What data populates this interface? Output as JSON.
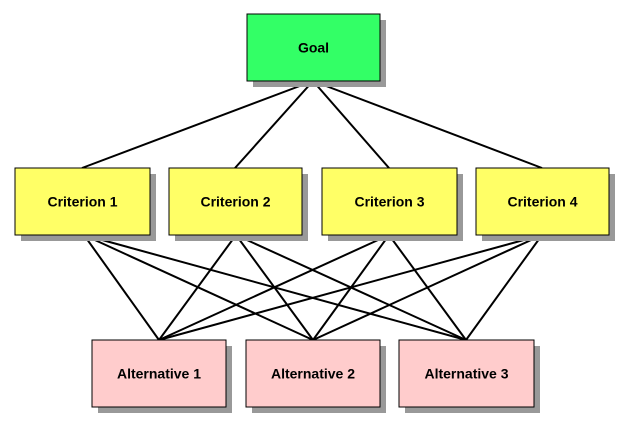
{
  "colors": {
    "goal_fill": "#33ff66",
    "criterion_fill": "#ffff66",
    "alternative_fill": "#ffcccc",
    "border": "#000000",
    "shadow": "#999999",
    "edge": "#000000"
  },
  "goal": {
    "label": "Goal"
  },
  "criteria": [
    {
      "label": "Criterion 1"
    },
    {
      "label": "Criterion 2"
    },
    {
      "label": "Criterion 3"
    },
    {
      "label": "Criterion 4"
    }
  ],
  "alternatives": [
    {
      "label": "Alternative 1"
    },
    {
      "label": "Alternative 2"
    },
    {
      "label": "Alternative 3"
    }
  ],
  "edges": {
    "goal_to_criteria": "all",
    "criteria_to_alternatives": "all"
  }
}
